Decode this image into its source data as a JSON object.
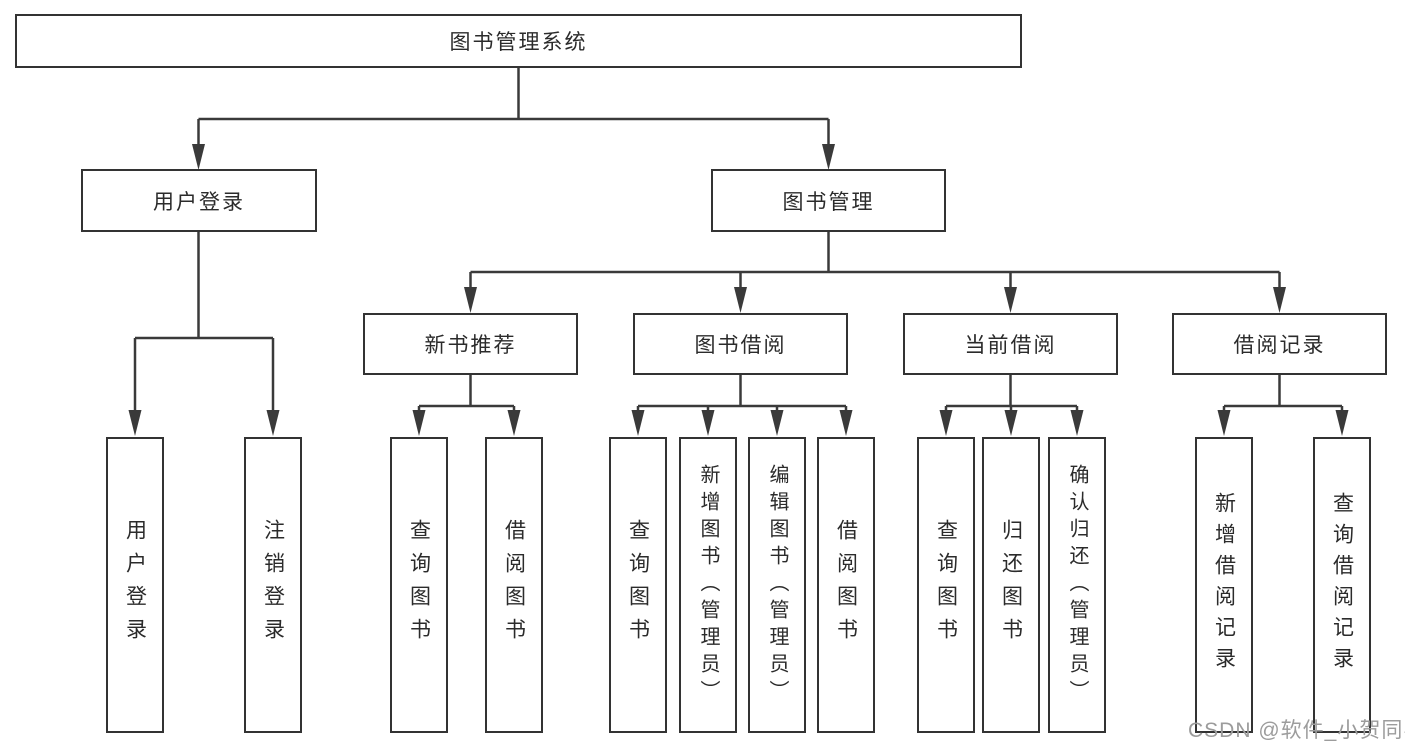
{
  "diagram": {
    "root": "图书管理系统",
    "level2": {
      "user_login": "用户登录",
      "book_mgmt": "图书管理"
    },
    "level3": {
      "new_book_rec": "新书推荐",
      "book_borrow": "图书借阅",
      "current_borrow": "当前借阅",
      "borrow_records": "借阅记录"
    },
    "leaves": {
      "user_login": "用户登录",
      "logout": "注销登录",
      "query_book_1": "查询图书",
      "borrow_book_1": "借阅图书",
      "query_book_2": "查询图书",
      "add_book_admin": "新增图书（管理员）",
      "edit_book_admin": "编辑图书（管理员）",
      "borrow_book_2": "借阅图书",
      "query_book_3": "查询图书",
      "return_book": "归还图书",
      "confirm_return_admin": "确认归还（管理员）",
      "add_borrow_record": "新增借阅记录",
      "query_borrow_record": "查询借阅记录"
    },
    "line_color": "#3a3a3a",
    "border_color": "#333333"
  },
  "watermark": "CSDN @软件_小贺同学"
}
